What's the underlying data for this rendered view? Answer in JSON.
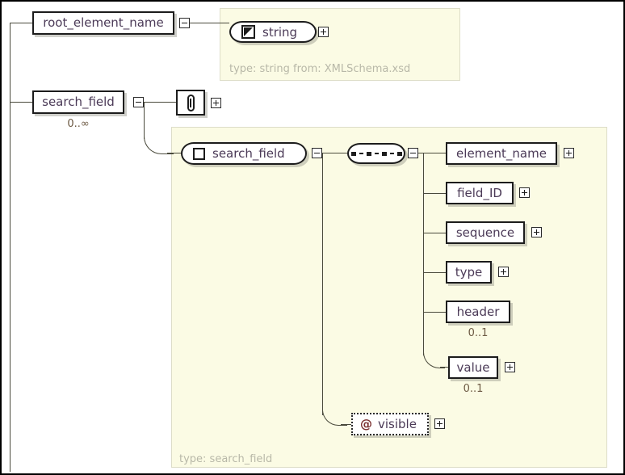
{
  "diagram": {
    "title": "XML Schema element tree",
    "colors": {
      "panel_background": "#fbfbe4",
      "panel_border": "#ddddc8",
      "panel_label_text": "#b8b8a8",
      "node_text": "#4b3a57",
      "node_border": "#1c1c1c",
      "connector": "#4a4a3c",
      "cardinality_text": "#6d5a44",
      "canvas_background": "#ffffff",
      "canvas_border": "#000000"
    },
    "root_nodes": [
      {
        "name": "root_element_name",
        "label": "root_element_name",
        "kind": "element",
        "toggle": "minus",
        "cardinality": ""
      },
      {
        "name": "search_field",
        "label": "search_field",
        "kind": "element",
        "toggle": "minus",
        "cardinality": "0..∞"
      }
    ],
    "panels": [
      {
        "name": "string-type-panel",
        "label": "type: string from: XMLSchema.xsd",
        "node": {
          "label": "string",
          "kind": "simpleType",
          "icon": "simple-type-icon",
          "toggle": "plus"
        }
      },
      {
        "name": "search-field-type-panel",
        "label": "type: search_field",
        "node": {
          "label": "search_field",
          "kind": "complexType",
          "icon": "complex-type-icon",
          "toggle": "minus"
        },
        "compositor": {
          "label": "sequence-compositor",
          "kind": "sequence",
          "toggle": "minus"
        }
      }
    ],
    "attachment": {
      "name": "attribute-group-icon",
      "icon": "paperclip-icon",
      "toggle": "plus"
    },
    "children": [
      {
        "label": "element_name",
        "toggle": "plus",
        "cardinality": ""
      },
      {
        "label": "field_ID",
        "toggle": "plus",
        "cardinality": ""
      },
      {
        "label": "sequence",
        "toggle": "plus",
        "cardinality": ""
      },
      {
        "label": "type",
        "toggle": "plus",
        "cardinality": ""
      },
      {
        "label": "header",
        "toggle": "none",
        "cardinality": "0..1"
      },
      {
        "label": "value",
        "toggle": "plus",
        "cardinality": "0..1"
      }
    ],
    "attributes": [
      {
        "label": "visible",
        "sigil": "@",
        "toggle": "plus"
      }
    ]
  }
}
